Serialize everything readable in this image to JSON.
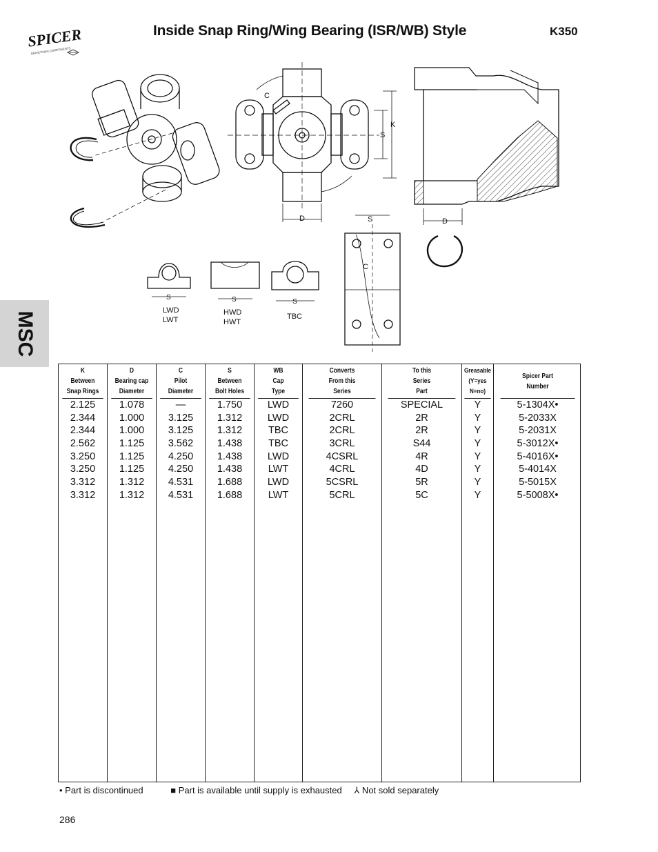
{
  "header": {
    "brand": "SPICER",
    "brand_sub": "DRIVETRAIN COMPONENTS",
    "title": "Inside Snap Ring/Wing Bearing (ISR/WB) Style",
    "code": "K350"
  },
  "side_tab": {
    "label": "MSC",
    "color": "#d4d4d4"
  },
  "diagram": {
    "dim_labels": {
      "c_top": "C",
      "k": "K",
      "s_right": "S",
      "d_left": "D",
      "d_right": "D",
      "s_cap": "S",
      "c_cap": "C"
    },
    "cap_types": [
      {
        "dim": "S",
        "line1": "LWD",
        "line2": "LWT"
      },
      {
        "dim": "S",
        "line1": "HWD",
        "line2": "HWT"
      },
      {
        "dim": "S",
        "line1": "TBC",
        "line2": ""
      }
    ]
  },
  "table": {
    "columns": [
      {
        "header": [
          "K",
          "Between",
          "Snap Rings"
        ]
      },
      {
        "header": [
          "D",
          "Bearing cap",
          "Diameter"
        ]
      },
      {
        "header": [
          "C",
          "Pilot",
          "Diameter"
        ]
      },
      {
        "header": [
          "S",
          "Between",
          "Bolt Holes"
        ]
      },
      {
        "header": [
          "WB",
          "Cap",
          "Type"
        ]
      },
      {
        "header": [
          "Converts",
          "From this",
          "Series"
        ]
      },
      {
        "header": [
          "To this",
          "Series",
          "Part"
        ]
      },
      {
        "header": [
          "Greasable",
          "(Y=yes",
          "N=no)"
        ]
      },
      {
        "header": [
          "Spicer Part",
          "Number"
        ]
      }
    ],
    "rows": [
      [
        "2.125",
        "1.078",
        "—",
        "1.750",
        "LWD",
        "7260",
        "SPECIAL",
        "Y",
        "5-1304X•"
      ],
      [
        "2.344",
        "1.000",
        "3.125",
        "1.312",
        "LWD",
        "2CRL",
        "2R",
        "Y",
        "5-2033X"
      ],
      [
        "2.344",
        "1.000",
        "3.125",
        "1.312",
        "TBC",
        "2CRL",
        "2R",
        "Y",
        "5-2031X"
      ],
      [
        "2.562",
        "1.125",
        "3.562",
        "1.438",
        "TBC",
        "3CRL",
        "S44",
        "Y",
        "5-3012X•"
      ],
      [
        "3.250",
        "1.125",
        "4.250",
        "1.438",
        "LWD",
        "4CSRL",
        "4R",
        "Y",
        "5-4016X•"
      ],
      [
        "3.250",
        "1.125",
        "4.250",
        "1.438",
        "LWT",
        "4CRL",
        "4D",
        "Y",
        "5-4014X"
      ],
      [
        "3.312",
        "1.312",
        "4.531",
        "1.688",
        "LWD",
        "5CSRL",
        "5R",
        "Y",
        "5-5015X"
      ],
      [
        "3.312",
        "1.312",
        "4.531",
        "1.688",
        "LWT",
        "5CRL",
        "5C",
        "Y",
        "5-5008X•"
      ]
    ]
  },
  "footnotes": {
    "discontinued": "• Part is discontinued",
    "supply": "■ Part is available until supply is exhausted",
    "not_sold": "⅄ Not sold separately"
  },
  "page_number": "286"
}
